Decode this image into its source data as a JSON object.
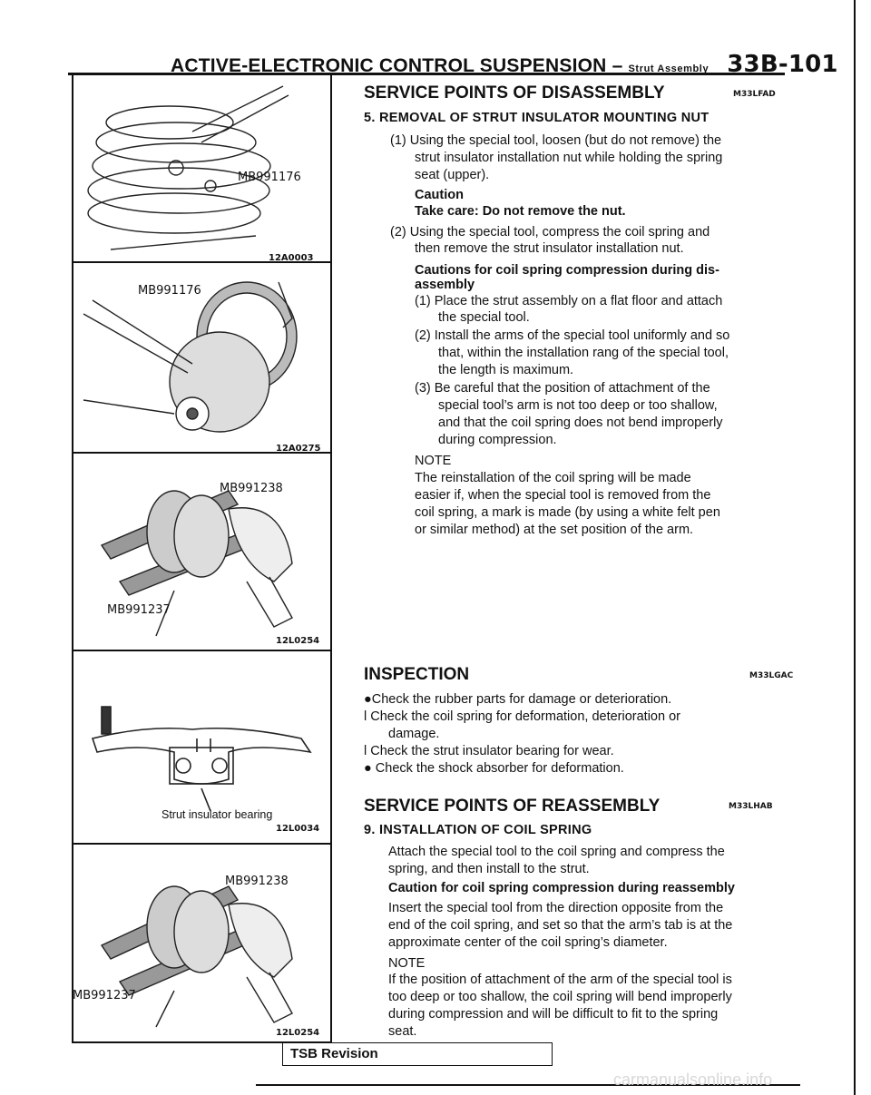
{
  "header": {
    "title_main": "ACTIVE-ELECTRONIC CONTROL SUSPENSION",
    "dash": "–",
    "title_sub": "Strut Assembly",
    "page_number": "33B-101"
  },
  "figures": [
    {
      "tool": "MB991176",
      "code": "12A0003"
    },
    {
      "tool": "MB991176",
      "code": "12A0275"
    },
    {
      "tool_top": "MB991238",
      "tool_bottom": "MB991237",
      "code": "12L0254"
    },
    {
      "caption": "Strut insulator bearing",
      "code": "12L0034"
    },
    {
      "tool_top": "MB991238",
      "tool_bottom": "MB991237",
      "code": "12L0254"
    }
  ],
  "disassembly": {
    "heading": "SERVICE POINTS OF DISASSEMBLY",
    "code": "M33LFAD",
    "item_title": "5. REMOVAL OF STRUT INSULATOR MOUNTING NUT",
    "step1_l1": "(1) Using the special tool, loosen (but do not remove) the",
    "step1_l2": "strut insulator installation nut while holding the spring",
    "step1_l3": "seat (upper).",
    "caution_title": "Caution",
    "caution_text": "Take care: Do not remove the nut.",
    "step2_l1": "(2) Using the special tool, compress the coil spring and",
    "step2_l2": "then remove the strut insulator installation nut.",
    "cautions_l1": "Cautions for coil spring compression during dis-",
    "cautions_l2": "assembly",
    "c1_l1": "(1) Place the strut assembly on a flat floor and attach",
    "c1_l2": "the special tool.",
    "c2_l1": "(2) Install the arms of the special tool uniformly and so",
    "c2_l2": "that, within the installation rang of the special tool,",
    "c2_l3": "the length is maximum.",
    "c3_l1": "(3) Be careful that the position of attachment of the",
    "c3_l2": "special tool’s arm is not too deep or too shallow,",
    "c3_l3": "and that the coil spring does not bend improperly",
    "c3_l4": "during compression.",
    "note_title": "NOTE",
    "note_l1": "The reinstallation of the coil spring will be made",
    "note_l2": "easier if, when the special tool is removed from the",
    "note_l3": "coil spring, a mark is made (by using a white felt pen",
    "note_l4": "or similar method) at the set position of the arm."
  },
  "inspection": {
    "heading": "INSPECTION",
    "code": "M33LGAC",
    "i1": "●Check the rubber parts for damage or deterioration.",
    "i2_l1": "l Check the coil spring for deformation, deterioration or",
    "i2_l2": "damage.",
    "i3": "l Check the strut insulator bearing for wear.",
    "i4": "● Check the shock absorber for deformation."
  },
  "reassembly": {
    "heading": "SERVICE POINTS OF REASSEMBLY",
    "code": "M33LHAB",
    "item_title": "9. INSTALLATION OF COIL SPRING",
    "p1_l1": "Attach the special tool to the coil spring and compress the",
    "p1_l2": "spring, and then install to the strut.",
    "caution_title": "Caution for coil spring compression during reassembly",
    "c_l1": "Insert the special tool from the direction opposite from the",
    "c_l2": "end of the coil spring, and set so that the arm’s tab is at the",
    "c_l3": "approximate center of the coil spring’s diameter.",
    "note_title": "NOTE",
    "n_l1": "If the position of attachment of the arm of the special tool is",
    "n_l2": "too deep or too shallow, the coil spring will bend improperly",
    "n_l3": "during compression and will be difficult to fit to the spring",
    "n_l4": "seat."
  },
  "footer": {
    "tsb": "TSB Revision",
    "watermark": "carmanualsonline.info"
  }
}
